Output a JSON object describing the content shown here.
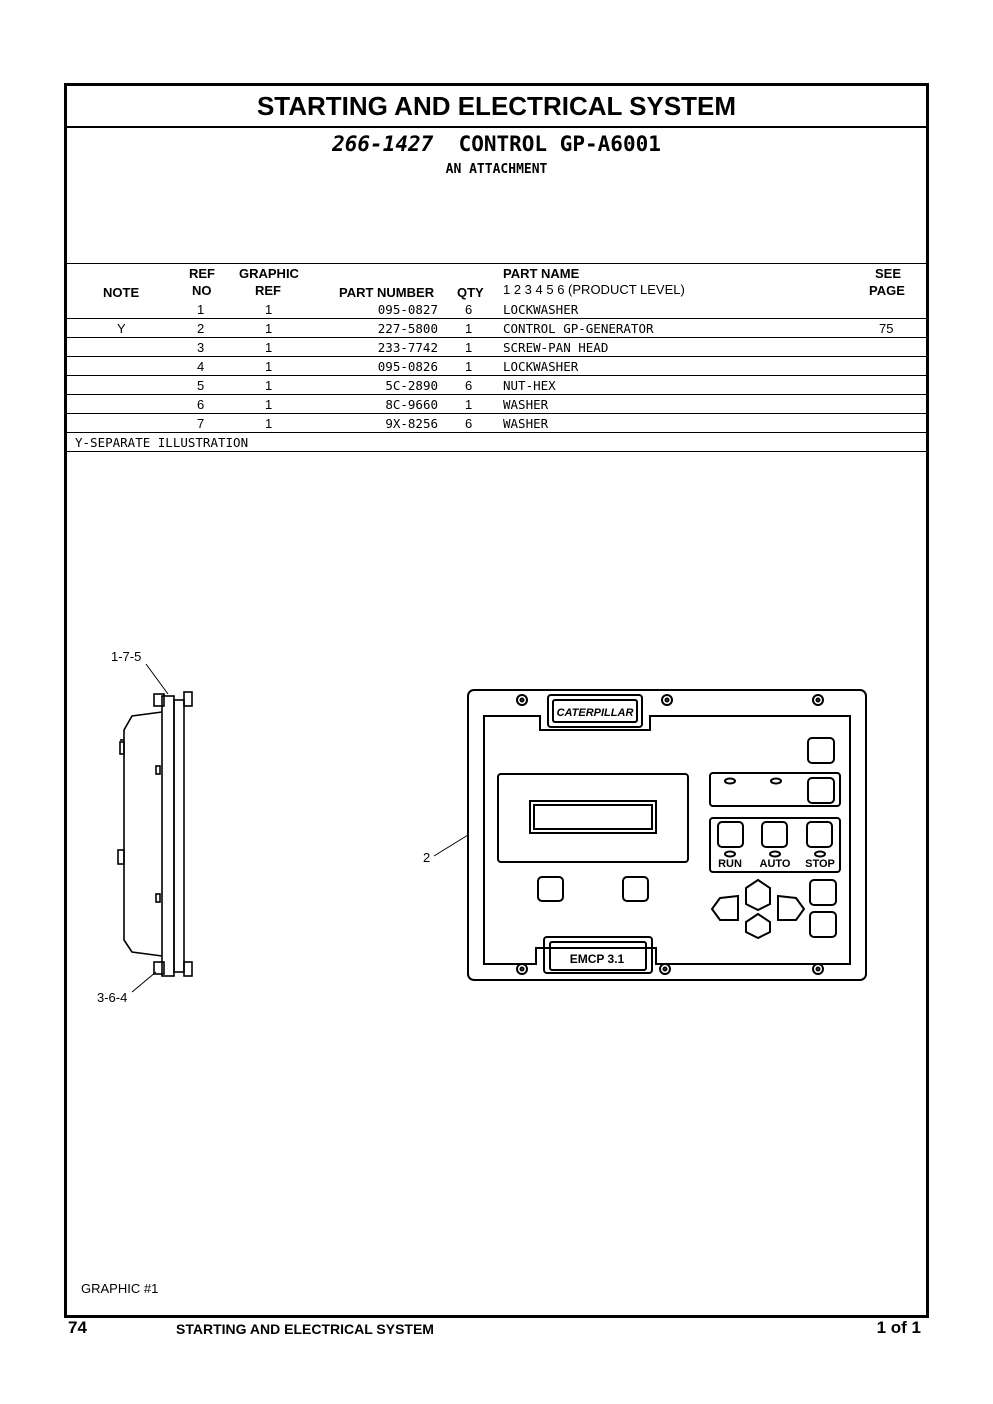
{
  "page": {
    "title": "STARTING AND ELECTRICAL SYSTEM",
    "part_number": "266-1427",
    "part_desc": "CONTROL GP-A6001",
    "attachment": "AN ATTACHMENT"
  },
  "table": {
    "headers": {
      "note": "NOTE",
      "ref": "REF",
      "no": "NO",
      "graphic": "GRAPHIC",
      "graphic_ref": "REF",
      "part_number": "PART NUMBER",
      "qty": "QTY",
      "part_name": "PART NAME",
      "product_level": "1 2 3 4 5 6 (PRODUCT LEVEL)",
      "see": "SEE",
      "page": "PAGE"
    },
    "rows": [
      {
        "note": "",
        "ref": "1",
        "graphic": "1",
        "part": "095-0827",
        "qty": "6",
        "name": "LOCKWASHER",
        "page": ""
      },
      {
        "note": "Y",
        "ref": "2",
        "graphic": "1",
        "part": "227-5800",
        "qty": "1",
        "name": "CONTROL GP-GENERATOR",
        "page": "75"
      },
      {
        "note": "",
        "ref": "3",
        "graphic": "1",
        "part": "233-7742",
        "qty": "1",
        "name": "SCREW-PAN HEAD",
        "page": ""
      },
      {
        "note": "",
        "ref": "4",
        "graphic": "1",
        "part": "095-0826",
        "qty": "1",
        "name": "LOCKWASHER",
        "page": ""
      },
      {
        "note": "",
        "ref": "5",
        "graphic": "1",
        "part": "5C-2890",
        "qty": "6",
        "name": "NUT-HEX",
        "page": ""
      },
      {
        "note": "",
        "ref": "6",
        "graphic": "1",
        "part": "8C-9660",
        "qty": "1",
        "name": "WASHER",
        "page": ""
      },
      {
        "note": "",
        "ref": "7",
        "graphic": "1",
        "part": "9X-8256",
        "qty": "6",
        "name": "WASHER",
        "page": ""
      }
    ],
    "footnote": "Y-SEPARATE ILLUSTRATION"
  },
  "illustration": {
    "callout_top": "1-7-5",
    "callout_bottom": "3-6-4",
    "callout_panel": "2",
    "brand": "CATERPILLAR",
    "model": "EMCP 3.1",
    "btn_run": "RUN",
    "btn_auto": "AUTO",
    "btn_stop": "STOP",
    "graphic_label": "GRAPHIC #1"
  },
  "footer": {
    "page_no": "74",
    "section": "STARTING AND ELECTRICAL SYSTEM",
    "page_of": "1 of 1"
  }
}
